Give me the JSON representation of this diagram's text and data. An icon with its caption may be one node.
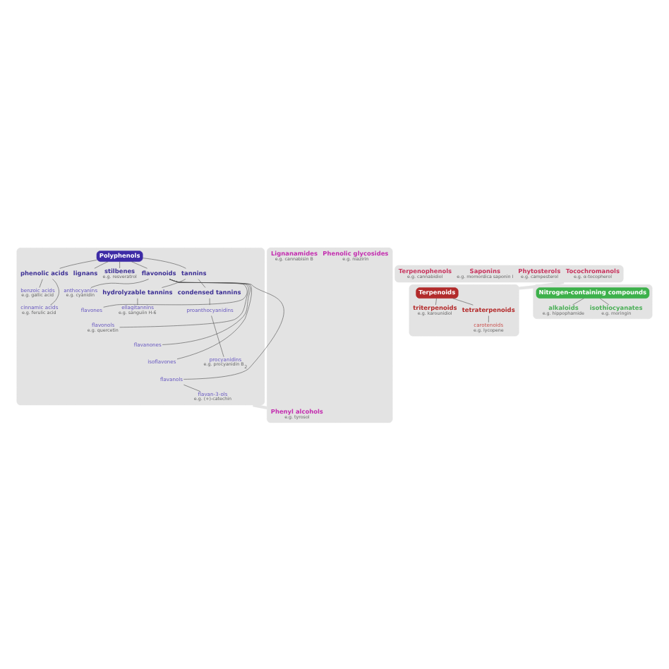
{
  "diagram": {
    "nodes": [
      {
        "text": [],
        "shape": "box"
      },
      {
        "text": [
          "Polyphenols"
        ],
        "in": 0
      },
      {
        "text": [
          "phenolic acids"
        ],
        "in": 0
      },
      {
        "text": [
          "benzoic acids",
          "e.g. gallic acid"
        ],
        "in": 0
      },
      {
        "text": [
          "cinnamic acids",
          "e.g. ferulic acid"
        ],
        "in": 0
      },
      {
        "text": [
          "lignans"
        ],
        "in": 0
      },
      {
        "text": [
          "stilbenes",
          "e.g. resveratrol"
        ],
        "in": 0
      },
      {
        "text": [
          "tannins"
        ],
        "in": 0
      },
      {
        "text": [
          "condensed tannins"
        ],
        "in": 0
      },
      {
        "text": [
          "proanthocyanidins"
        ],
        "in": 0
      },
      {
        "text": [
          "procyanidins",
          "e.g. procyanidin B$_{2}$"
        ],
        "in": 0
      },
      {
        "text": [
          "hydrolyzable tannins"
        ],
        "in": 0
      },
      {
        "text": [
          "ellagitannins",
          "e.g. sanguiin H-6"
        ],
        "in": 0
      },
      {
        "text": [
          "flavonoids"
        ],
        "in": 0
      },
      {
        "text": [
          "anthocyanins",
          "e.g. cyanidin"
        ],
        "in": 0
      },
      {
        "text": [
          "flavones"
        ],
        "in": 0
      },
      {
        "text": [
          "flavonols",
          "e.g. quercetin"
        ],
        "in": 0
      },
      {
        "text": [
          "flavanones"
        ],
        "in": 0
      },
      {
        "text": [
          "isoflavones"
        ],
        "in": 0
      },
      {
        "text": [
          "flavanols"
        ],
        "in": 0
      },
      {
        "text": [
          "flavan-3-ols",
          "e.g. (+)-catechin"
        ],
        "in": 0
      },
      {
        "text": [],
        "shape": "box"
      },
      {
        "text": [
          "Phenyl alcohols",
          "e.g. tyrosol"
        ],
        "in": 21
      },
      {
        "text": [
          "Phenolic glycosides",
          "e.g. niazirin"
        ],
        "in": 21
      },
      {
        "text": [
          "Lignanamides",
          "e.g. cannabisin B"
        ],
        "in": 21
      },
      {
        "text": [],
        "shape": "box"
      },
      {
        "text": [
          "Terpenophenols",
          "e.g. cannabidiol"
        ],
        "in": 25
      },
      {
        "text": [
          "Phytosterols",
          "e.g. campesterol"
        ],
        "in": 25
      },
      {
        "text": [
          "Saponins",
          "e.g. momordica saponin I"
        ],
        "in": 25
      },
      {
        "text": [
          "Tocochromanols",
          "e.g. α-tocopherol"
        ],
        "in": 25
      },
      {
        "text": [],
        "shape": "box"
      },
      {
        "text": [
          "Terpenoids"
        ],
        "in": 30
      },
      {
        "text": [
          "triterpenoids",
          "e.g. karounidiol"
        ],
        "in": 30
      },
      {
        "text": [
          "tetraterpenoids"
        ],
        "in": 30
      },
      {
        "text": [
          "carotenoids",
          "e.g. lycopene"
        ],
        "in": 30
      },
      {
        "text": [],
        "shape": "box"
      },
      {
        "text": [
          "Nitrogen-containing compounds"
        ],
        "in": 35
      },
      {
        "text": [
          "alkaloids",
          "e.g. hippophamide"
        ],
        "in": 35
      },
      {
        "text": [
          "isothiocyanates",
          "e.g. moringin"
        ],
        "in": 35
      }
    ],
    "edges": [
      {
        "from": 1,
        "to": 2,
        "arrow": "none"
      },
      {
        "from": 1,
        "to": 5,
        "arrow": "none"
      },
      {
        "from": 1,
        "to": 6,
        "arrow": "none"
      },
      {
        "from": 1,
        "to": 7,
        "arrow": "none"
      },
      {
        "from": 1,
        "to": 13,
        "arrow": "none"
      },
      {
        "from": 2,
        "to": 3,
        "arrow": "none"
      },
      {
        "from": 2,
        "to": 4,
        "arrow": "none"
      },
      {
        "from": 7,
        "to": 8,
        "arrow": "none"
      },
      {
        "from": 7,
        "to": 11,
        "arrow": "none"
      },
      {
        "from": 8,
        "to": 9,
        "arrow": "none"
      },
      {
        "from": 9,
        "to": 10,
        "arrow": "none"
      },
      {
        "from": 11,
        "to": 12,
        "arrow": "none"
      },
      {
        "from": 13,
        "to": 14,
        "arrow": "none"
      },
      {
        "from": 13,
        "to": 15,
        "arrow": "none"
      },
      {
        "from": 13,
        "to": 16,
        "arrow": "none"
      },
      {
        "from": 13,
        "to": 17,
        "arrow": "none"
      },
      {
        "from": 13,
        "to": 18,
        "arrow": "none"
      },
      {
        "from": 13,
        "to": 19,
        "arrow": "none"
      },
      {
        "from": 19,
        "to": 20,
        "arrow": "none"
      },
      {
        "from": 31,
        "to": 32,
        "arrow": "none"
      },
      {
        "from": 31,
        "to": 33,
        "arrow": "none"
      },
      {
        "from": 33,
        "to": 34,
        "arrow": "none"
      },
      {
        "from": 36,
        "to": 37,
        "arrow": "none"
      },
      {
        "from": 36,
        "to": 38,
        "arrow": "none"
      },
      {
        "from": 0,
        "to": 21,
        "arrow": "none",
        "style": "thick",
        "color": "#e3e3e3"
      },
      {
        "from": 25,
        "to": 30,
        "arrow": "none",
        "style": "thick",
        "color": "#e3e3e3"
      }
    ]
  }
}
